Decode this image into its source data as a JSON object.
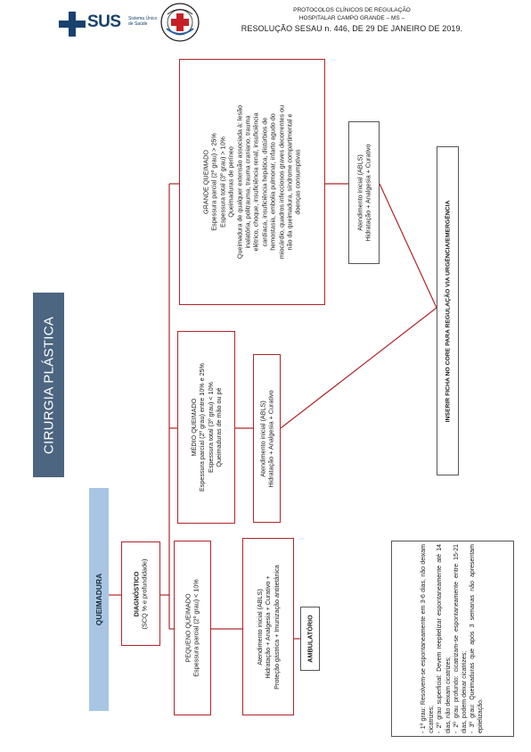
{
  "header": {
    "sus_logo_text": "SUS",
    "sus_logo_subtext": "Sistema Único de Saúde",
    "line1": "PROTOCOLOS CLÍNICOS DE REGULAÇÃO",
    "line2": "HOSPITALAR CAMPO GRANDE – MS –",
    "line3": "RESOLUÇÃO SESAU n. 446, DE 29 DE JANEIRO DE 2019."
  },
  "title": "CIRURGIA PLÁSTICA",
  "category": "QUEIMADURA",
  "diagnostico": {
    "title": "DIAGNÓSTICO",
    "detail": "(SCQ % e profundidade)"
  },
  "pequeno": {
    "title": "PEQUENO QUEIMADO",
    "lines": [
      "Espessura parcial (2º grau) < 10%"
    ],
    "care_title": "Atendimento inicial (ABLS)",
    "care_lines": [
      "Hidratação + Analgesia + Curativo +",
      "Proteção gástrica + Imunização antitetânica"
    ],
    "destination": "AMBULATÓRIO"
  },
  "medio": {
    "title": "MÉDIO QUEIMADO",
    "lines": [
      "Espessura parcial (2º grau) entre 10% e 25%",
      "Espessura total (3º grau) < 10%",
      "Queimaduras de mão ou pé"
    ],
    "care_title": "Atendimento inicial (ABLS)",
    "care_lines": [
      "Hidratação + Analgesia + Curativo"
    ]
  },
  "grande": {
    "title": "GRANDE QUEIMADO",
    "lines": [
      "Espessura parcial (2º grau) > 25%",
      "Espessura total (3º grau) > 10%",
      "Queimaduras de períneo",
      "Queimadura de qualquer extensão associada à: lesão",
      "inalatória, politrauma, trauma craniano, trauma",
      "elétrico, choque, insuficiência renal, insuficiência",
      "cardíaca, insuficiência hepática, distúrbios de",
      "hemostasia, embolia pulmonar, infarto agudo do",
      "miocárdio, quadros infecciosos graves decorrentes ou",
      "não da queimadura, síndrome compartimental e",
      "doenças consumptivas"
    ],
    "care_title": "Atendimento inicial (ABLS)",
    "care_lines": [
      "Hidratação + Analgesia + Curativo"
    ]
  },
  "inserir": "INSERIR FICHA NO CORE PARA REGULAÇÃO VIA URGÊNCIA/EMERGÊNCIA",
  "notes": [
    "- 1º grau: Resolvem-se espontaneamente em 3-6 dias, não deixam cicatrizes;",
    "- 2º grau superficial: Devem reepitelizar espontaneamente até 14 dias, não deixam cicatrizes;",
    "- 2º grau profundo: cicatrizam-se espontaneamente entre 15-21 dias, podem deixar cicatrizes;",
    "- 3º grau: Queimaduras que após 3 semanas não apresentam epitelização."
  ],
  "colors": {
    "box_border": "#b0252a",
    "title_fill": "#4c6580",
    "category_fill": "#a8c6e4",
    "logo_blue": "#17426e"
  },
  "icons": [
    "sus-cross-icon",
    "regulation-seal-icon"
  ]
}
